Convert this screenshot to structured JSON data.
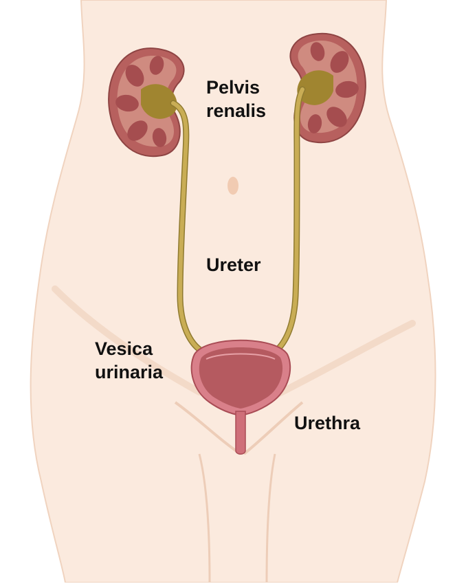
{
  "labels": {
    "pelvis_renalis": {
      "line1": "Pelvis",
      "line2": "renalis"
    },
    "ureter": "Ureter",
    "vesica_urinaria": {
      "line1": "Vesica",
      "line2": "urinaria"
    },
    "urethra": "Urethra"
  },
  "colors": {
    "skin": "#fbeade",
    "skin_shadow": "#f2d6c3",
    "kidney_outer": "#b7605e",
    "kidney_cortex": "#cf8b80",
    "kidney_medulla": "#a54d4f",
    "pelvis_fill": "#a08530",
    "ureter": "#b79c45",
    "bladder_outer": "#d9808a",
    "bladder_inner": "#b55a60",
    "urethra": "#cf6f79"
  }
}
